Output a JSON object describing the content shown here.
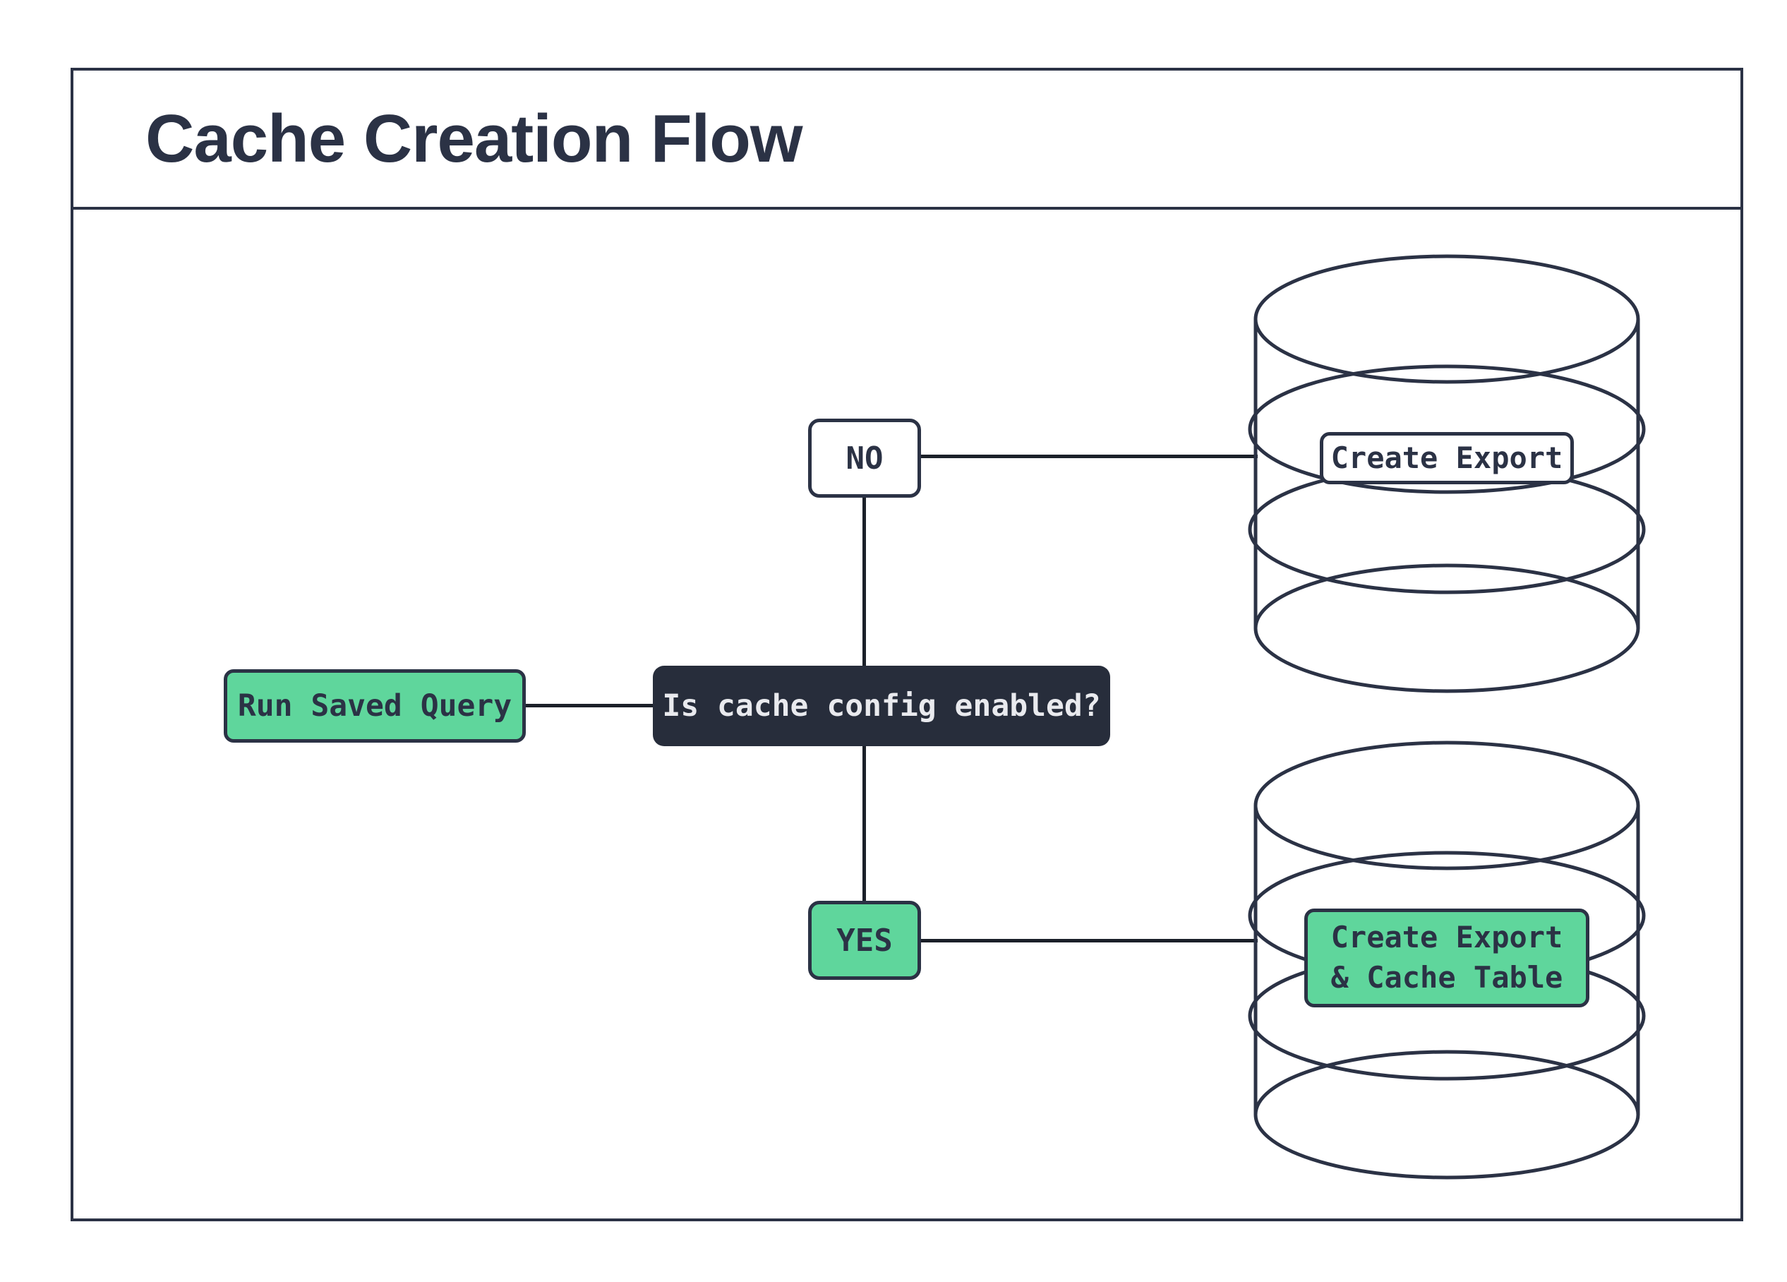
{
  "title": "Cache Creation Flow",
  "colors": {
    "navy": "#2b3245",
    "dark_box": "#272d3b",
    "accent_green": "#5fd69c",
    "light_text": "#e9eaee",
    "line": "#1b2029",
    "background": "#ffffff"
  },
  "flow": {
    "start": {
      "label": "Run Saved Query"
    },
    "decision": {
      "label": "Is cache config enabled?"
    },
    "branch_no": {
      "label": "NO",
      "result": {
        "label": "Create Export",
        "icon": "database-cylinder-icon"
      }
    },
    "branch_yes": {
      "label": "YES",
      "result": {
        "lines": [
          "Create Export",
          "& Cache Table"
        ],
        "icon": "database-cylinder-icon"
      }
    }
  }
}
